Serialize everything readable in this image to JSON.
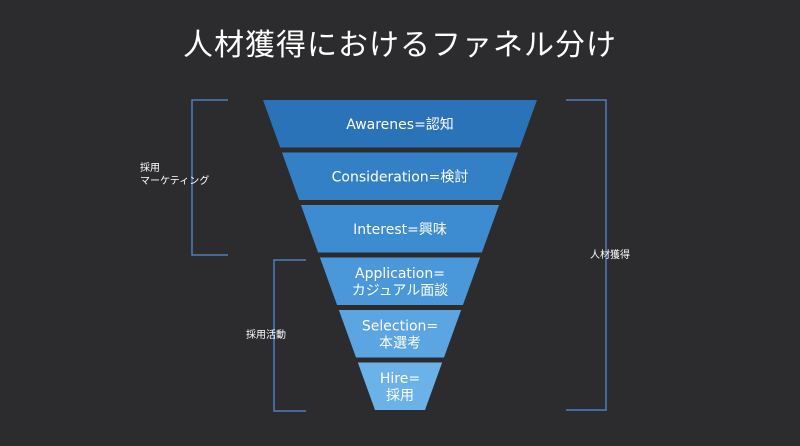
{
  "title": "人材獲得におけるファネル分け",
  "stages": [
    {
      "lines": [
        "Awarenes=認知"
      ],
      "color": "#2b73b9"
    },
    {
      "lines": [
        "Consideration=検討"
      ],
      "color": "#3480c7"
    },
    {
      "lines": [
        "Interest=興味"
      ],
      "color": "#3d8bd0"
    },
    {
      "lines": [
        "Application=",
        "カジュアル面談"
      ],
      "color": "#4a97da"
    },
    {
      "lines": [
        "Selection=",
        "本選考"
      ],
      "color": "#5ba5e2"
    },
    {
      "lines": [
        "Hire=",
        "採用"
      ],
      "color": "#6bb2e8"
    }
  ],
  "labels": {
    "recruit_marketing": [
      "採用",
      "マーケティング"
    ],
    "recruit_activity": "採用活動",
    "talent_acquisition": "人材獲得"
  },
  "colors": {
    "background": "#2c2c2e",
    "bracket": "#4a7fc0",
    "text": "#ffffff"
  }
}
